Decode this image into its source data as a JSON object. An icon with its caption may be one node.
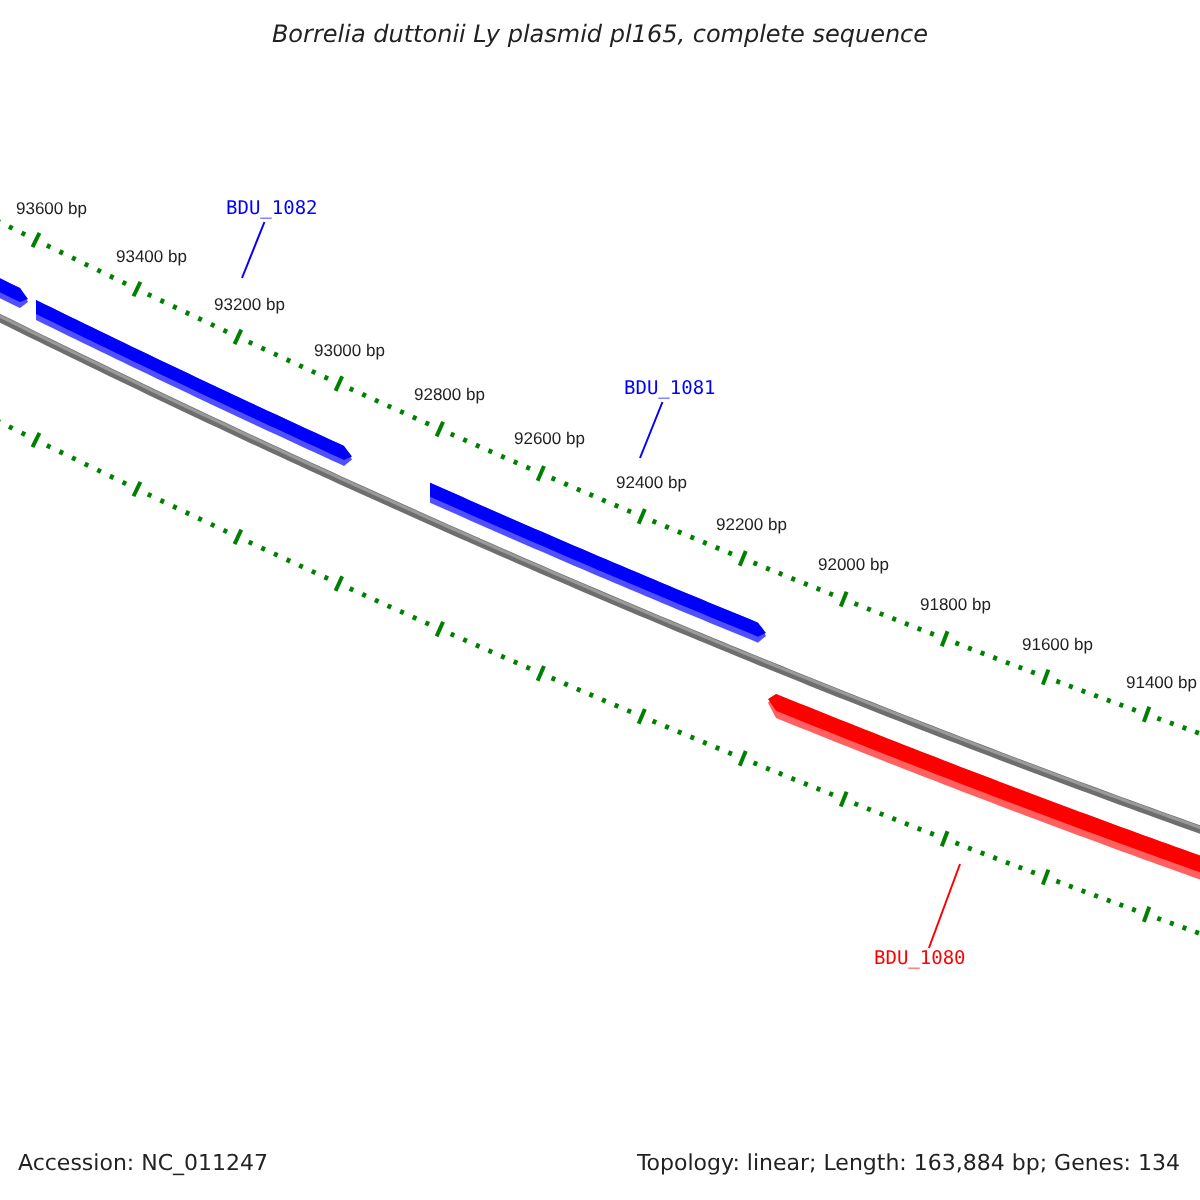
{
  "diagram": {
    "title": "Borrelia duttonii Ly plasmid pl165, complete sequence",
    "nodes": [
      {
        "text": [
          "BDU_1082"
        ]
      },
      {
        "text": [
          "BDU_1081"
        ]
      },
      {
        "text": [
          "BDU_1080"
        ]
      }
    ],
    "edges": [
      {
        "from": 0,
        "to": null,
        "arrow": "none"
      },
      {
        "from": 1,
        "to": null,
        "arrow": "none"
      },
      {
        "from": 2,
        "to": null,
        "arrow": "none",
        "color": "#ff0000"
      }
    ],
    "labels": [
      "93600 bp",
      "93400 bp",
      "93200 bp",
      "93000 bp",
      "92800 bp",
      "92600 bp",
      "92400 bp",
      "92200 bp",
      "92000 bp",
      "91800 bp",
      "91600 bp",
      "91400 bp",
      "Accession: NC_011247",
      "Topology: linear; Length: 163,884 bp; Genes: 134"
    ]
  }
}
